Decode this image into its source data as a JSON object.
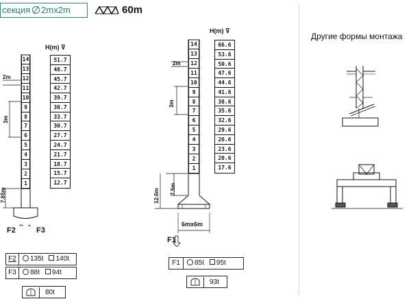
{
  "header": {
    "section_prefix": "секция",
    "section_size": "2mx2m",
    "max_height": "60m"
  },
  "other_forms_title": "Другие формы монтажа",
  "left_tower": {
    "h_header": "H(m)",
    "sections": [
      "14",
      "13",
      "12",
      "11",
      "10",
      "9",
      "8",
      "7",
      "6",
      "5",
      "4",
      "3",
      "2",
      "1"
    ],
    "heights": [
      "51.7",
      "48.7",
      "45.7",
      "42.7",
      "39.7",
      "38.7",
      "33.7",
      "30.7",
      "27.7",
      "24.7",
      "21.7",
      "18.7",
      "15.7",
      "12.7"
    ],
    "dim_2m": "2m",
    "dim_3m": "3m",
    "dim_base": "7.65m",
    "force_f2": "F2",
    "force_f3": "F3"
  },
  "right_tower": {
    "h_header": "H(m)",
    "sections": [
      "14",
      "13",
      "12",
      "11",
      "10",
      "9",
      "8",
      "7",
      "6",
      "5",
      "4",
      "3",
      "2",
      "1"
    ],
    "heights": [
      "66.6",
      "53.6",
      "50.6",
      "47.6",
      "44.6",
      "41.6",
      "38.6",
      "35.6",
      "32.6",
      "29.6",
      "26.6",
      "23.6",
      "20.6",
      "17.6"
    ],
    "dim_2m": "2m",
    "dim_3m": "3m",
    "dim_75": "7.5m",
    "dim_126": "12.6m",
    "base_size": "6mx6m",
    "force_f1": "F1"
  },
  "loads": {
    "f2": {
      "label": "F2",
      "circle": "135t",
      "square": "140t"
    },
    "f3": {
      "label": "F3",
      "circle": "88t",
      "square": "94t"
    },
    "left_weight": "80t",
    "f1": {
      "label": "F1",
      "circle": "85t",
      "square": "95t"
    },
    "right_weight": "93t"
  }
}
